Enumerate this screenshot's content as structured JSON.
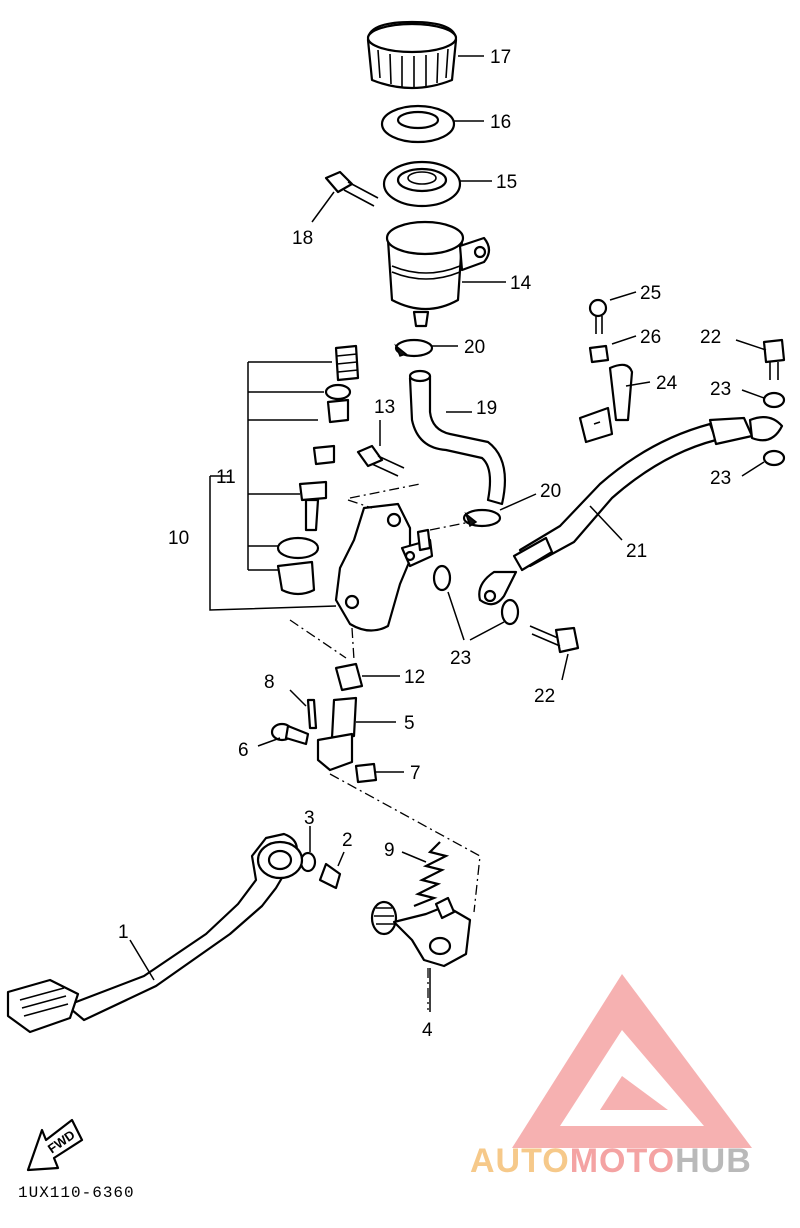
{
  "diagram": {
    "part_numbers": [
      "1",
      "2",
      "3",
      "4",
      "5",
      "6",
      "7",
      "8",
      "9",
      "10",
      "11",
      "12",
      "13",
      "14",
      "15",
      "16",
      "17",
      "18",
      "19",
      "20",
      "20",
      "21",
      "22",
      "22",
      "23",
      "23",
      "23",
      "24",
      "25",
      "26"
    ],
    "fwd_label": "FWD",
    "drawing_code": "1UX110-6360"
  },
  "watermark": {
    "brand_part1": "AUTO",
    "brand_part2": "MOTO",
    "brand_part3": "HUB",
    "colors": {
      "logo": "#f4a3a3",
      "auto": "#f6c98a",
      "moto": "#f4a3a3",
      "hub": "#b9b9b9"
    }
  }
}
